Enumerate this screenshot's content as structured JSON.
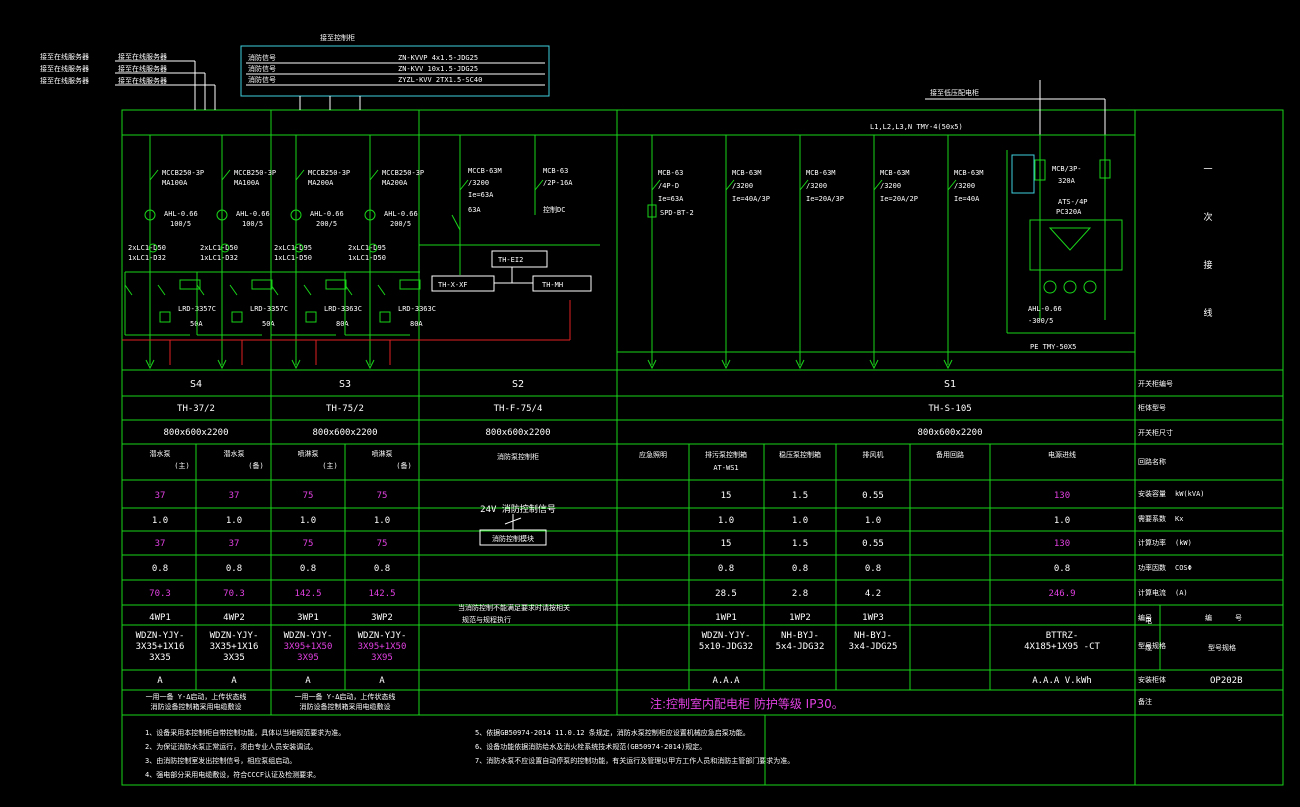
{
  "top_labels": {
    "left_lines": [
      "接至在线服务器",
      "接至在线服务器",
      "接至在线服务器"
    ],
    "left_targets": [
      "接至在线服务器",
      "接至在线服务器",
      "接至在线服务器"
    ],
    "control_box_title": "接至控制柜",
    "control_lines": [
      {
        "label": "消防信号",
        "cable": "ZN-KVVP 4x1.5-JDG25"
      },
      {
        "label": "消防信号",
        "cable": "ZN-KVV 10x1.5-JDG25"
      },
      {
        "label": "消防信号",
        "cable": "ZYZL-KVV 2TX1.5-SC40"
      }
    ],
    "right_top": "接至低压配电柜"
  },
  "bus_label": "L1,L2,L3,N TMY-4(50x5)",
  "pe_label": "PE TMY-50X5",
  "right_vertical": [
    "一",
    "次",
    "接",
    "线"
  ],
  "breakers": [
    {
      "lines": [
        "MCCB250-3P",
        "MA100A"
      ],
      "ct": [
        "AHL-0.66",
        "100/5"
      ],
      "cont": [
        "2xLC1-D50",
        "1xLC1-D32"
      ],
      "relay": [
        "LRD-3357C",
        "50A"
      ]
    },
    {
      "lines": [
        "MCCB250-3P",
        "MA100A"
      ],
      "ct": [
        "AHL-0.66",
        "100/5"
      ],
      "cont": [
        "2xLC1-D50",
        "1xLC1-D32"
      ],
      "relay": [
        "LRD-3357C",
        "50A"
      ]
    },
    {
      "lines": [
        "MCCB250-3P",
        "MA200A"
      ],
      "ct": [
        "AHL-0.66",
        "200/5"
      ],
      "cont": [
        "2xLC1-D95",
        "1xLC1-D50"
      ],
      "relay": [
        "LRD-3363C",
        "80A"
      ]
    },
    {
      "lines": [
        "MCCB250-3P",
        "MA200A"
      ],
      "ct": [
        "AHL-0.66",
        "200/5"
      ],
      "cont": [
        "2xLC1-D95",
        "1xLC1-D50"
      ],
      "relay": [
        "LRD-3363C",
        "80A"
      ]
    }
  ],
  "s2_breakers": [
    {
      "lines": [
        "MCCB-63M",
        "/3200",
        "Ie=63A"
      ],
      "extra": "63A"
    },
    {
      "lines": [
        "MCB-63",
        "/2P-16A"
      ],
      "extra": "控制DC"
    }
  ],
  "s2_boxes": [
    "TH-X-XF",
    "TH-EI2",
    "TH-MH"
  ],
  "s1_breakers": [
    {
      "lines": [
        "MCB-63",
        "/4P-D",
        "Ie=63A"
      ],
      "spd": "SPD-BT-2"
    },
    {
      "lines": [
        "MCB-63M",
        "/3200",
        "Ie=40A/3P"
      ]
    },
    {
      "lines": [
        "MCB-63M",
        "/3200",
        "Ie=20A/3P"
      ]
    },
    {
      "lines": [
        "MCB-63M",
        "/3200",
        "Ie=20A/2P"
      ]
    },
    {
      "lines": [
        "MCB-63M",
        "/3200",
        "Ie=40A"
      ]
    }
  ],
  "ats": {
    "mcb": [
      "MCB/3P-",
      "320A"
    ],
    "ats": [
      "ATS-/4P",
      "PC320A"
    ],
    "ct": [
      "AHL-0.66",
      "-300/5"
    ]
  },
  "sections": [
    "S4",
    "S3",
    "S2",
    "S1"
  ],
  "models": [
    "TH-37/2",
    "TH-75/2",
    "TH-F-75/4",
    "TH-S-105"
  ],
  "sizes": [
    "800x600x2200",
    "800x600x2200",
    "800x600x2200",
    "800x600x2200"
  ],
  "row_labels": [
    "开关柜编号",
    "柜体型号",
    "开关柜尺寸",
    "回路名称",
    "安装容量",
    "需要系数",
    "计算功率",
    "功率因数",
    "计算电流",
    "编号",
    "型号规格",
    "",
    "安装柜体",
    "备注"
  ],
  "row_units": [
    "",
    "",
    "",
    "",
    "kW(kVA)",
    "Kx",
    "(kW)",
    "COSΦ",
    "(A)"
  ],
  "cable_label": [
    "电",
    "缆"
  ],
  "cable_head": [
    "编",
    "号",
    "型号规格"
  ],
  "loads": [
    {
      "name": [
        "潜水泵",
        "(主)"
      ],
      "p": "37",
      "kx": "1.0",
      "pc": "37",
      "cos": "0.8",
      "i": "70.3",
      "no": "4WP1",
      "cable": [
        "WDZN-YJY-",
        "3X35+1X16",
        "3X35"
      ],
      "unit": "A",
      "mag": true
    },
    {
      "name": [
        "潜水泵",
        "(备)"
      ],
      "p": "37",
      "kx": "1.0",
      "pc": "37",
      "cos": "0.8",
      "i": "70.3",
      "no": "4WP2",
      "cable": [
        "WDZN-YJY-",
        "3X35+1X16",
        "3X35"
      ],
      "unit": "A",
      "mag": true
    },
    {
      "name": [
        "喷淋泵",
        "(主)"
      ],
      "p": "75",
      "kx": "1.0",
      "pc": "75",
      "cos": "0.8",
      "i": "142.5",
      "no": "3WP1",
      "cable": [
        "WDZN-YJY-",
        "3X95+1X50",
        "3X95"
      ],
      "unit": "A",
      "mag": true
    },
    {
      "name": [
        "喷淋泵",
        "(备)"
      ],
      "p": "75",
      "kx": "1.0",
      "pc": "75",
      "cos": "0.8",
      "i": "142.5",
      "no": "3WP2",
      "cable": [
        "WDZN-YJY-",
        "3X95+1X50",
        "3X95"
      ],
      "unit": "A",
      "mag": true
    }
  ],
  "s2_col": {
    "name": "消防泵控制柜",
    "relay_label": "24V 消防控制信号",
    "relay_box": "消防控制模块",
    "note": [
      "当消防控制不能满足要求时请按相关",
      "规范与规程执行"
    ]
  },
  "s1_loads": [
    {
      "name": "应急照明",
      "p": "",
      "kx": "",
      "pc": "",
      "cos": "",
      "i": "",
      "no": "",
      "cable": []
    },
    {
      "name": "排污泵控制箱",
      "sub": "AT-WS1",
      "p": "15",
      "kx": "1.0",
      "pc": "15",
      "cos": "0.8",
      "i": "28.5",
      "no": "1WP1",
      "cable": [
        "WDZN-YJY-",
        "5x10-JDG32"
      ]
    },
    {
      "name": "稳压泵控制箱",
      "p": "1.5",
      "kx": "1.0",
      "pc": "1.5",
      "cos": "0.8",
      "i": "2.8",
      "no": "1WP2",
      "cable": [
        "NH-BYJ-",
        "5x4-JDG32"
      ]
    },
    {
      "name": "排风机",
      "p": "0.55",
      "kx": "1.0",
      "pc": "0.55",
      "cos": "0.8",
      "i": "4.2",
      "no": "1WP3",
      "cable": [
        "NH-BYJ-",
        "3x4-JDG25"
      ]
    },
    {
      "name": "备用回路",
      "p": "",
      "kx": "",
      "pc": "",
      "cos": "",
      "i": "",
      "no": "",
      "cable": []
    },
    {
      "name": "电源进线",
      "p": "130",
      "kx": "1.0",
      "pc": "130",
      "cos": "0.8",
      "i": "246.9",
      "no": "",
      "cable": [
        "BTTRZ-",
        "4X185+1X95 -CT"
      ]
    }
  ],
  "unit_row": [
    "A",
    "A",
    "A",
    "A",
    "A.A.A",
    "A.A.A V.kWh"
  ],
  "unit_s1": [
    "A.A.A",
    "A.A.A V.kWh"
  ],
  "remark_s4": [
    "一用一备 Y-Δ启动，上传状态线",
    "消防设备控制箱采用电缆敷设"
  ],
  "remark_s3": [
    "一用一备 Y-Δ启动，上传状态线",
    "消防设备控制箱采用电缆敷设"
  ],
  "install_value": "OP202B",
  "red_note": "注:控制室内配电柜 防护等级 IP30。",
  "notes_left": [
    "1、设备采用本控制柜自带控制功能，具体以当地规范要求为准。",
    "2、为保证消防水泵正常运行，须由专业人员安装调试。",
    "3、由消防控制室发出控制信号，相应泵组启动。",
    "4、强电部分采用电缆敷设，符合CCCF认证及检测要求。"
  ],
  "notes_right": [
    "5、依据GB50974-2014 11.0.12 条规定，消防水泵控制柜应设置机械应急启泵功能。",
    "6、设备功能依据消防给水及消火栓系统技术规范(GB50974-2014)规定。",
    "7、消防水泵不应设置自动停泵的控制功能，有关运行及管理以甲方工作人员和消防主管部门要求为准。"
  ]
}
